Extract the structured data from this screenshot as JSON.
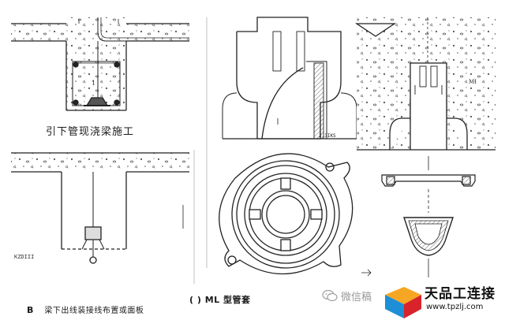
{
  "captions": {
    "top_left": "引下管现浇梁施工",
    "bottom_left_letter": "B",
    "bottom_left": "梁下出线装接线布置或面板",
    "middle_bottom": "( ) ML 型管套"
  },
  "labels": {
    "drawing_mark": "KZDIII",
    "mid_top_note": "2.3IKS",
    "right_note": "MI",
    "top_left_mark": "1"
  },
  "watermark": {
    "text": "微信稿",
    "icon": "wechat-icon"
  },
  "brand": {
    "name": "天品工连接",
    "url": "www.tpzlj.com",
    "colors": [
      "#d8232a",
      "#1e8fd6",
      "#f5a623"
    ]
  }
}
